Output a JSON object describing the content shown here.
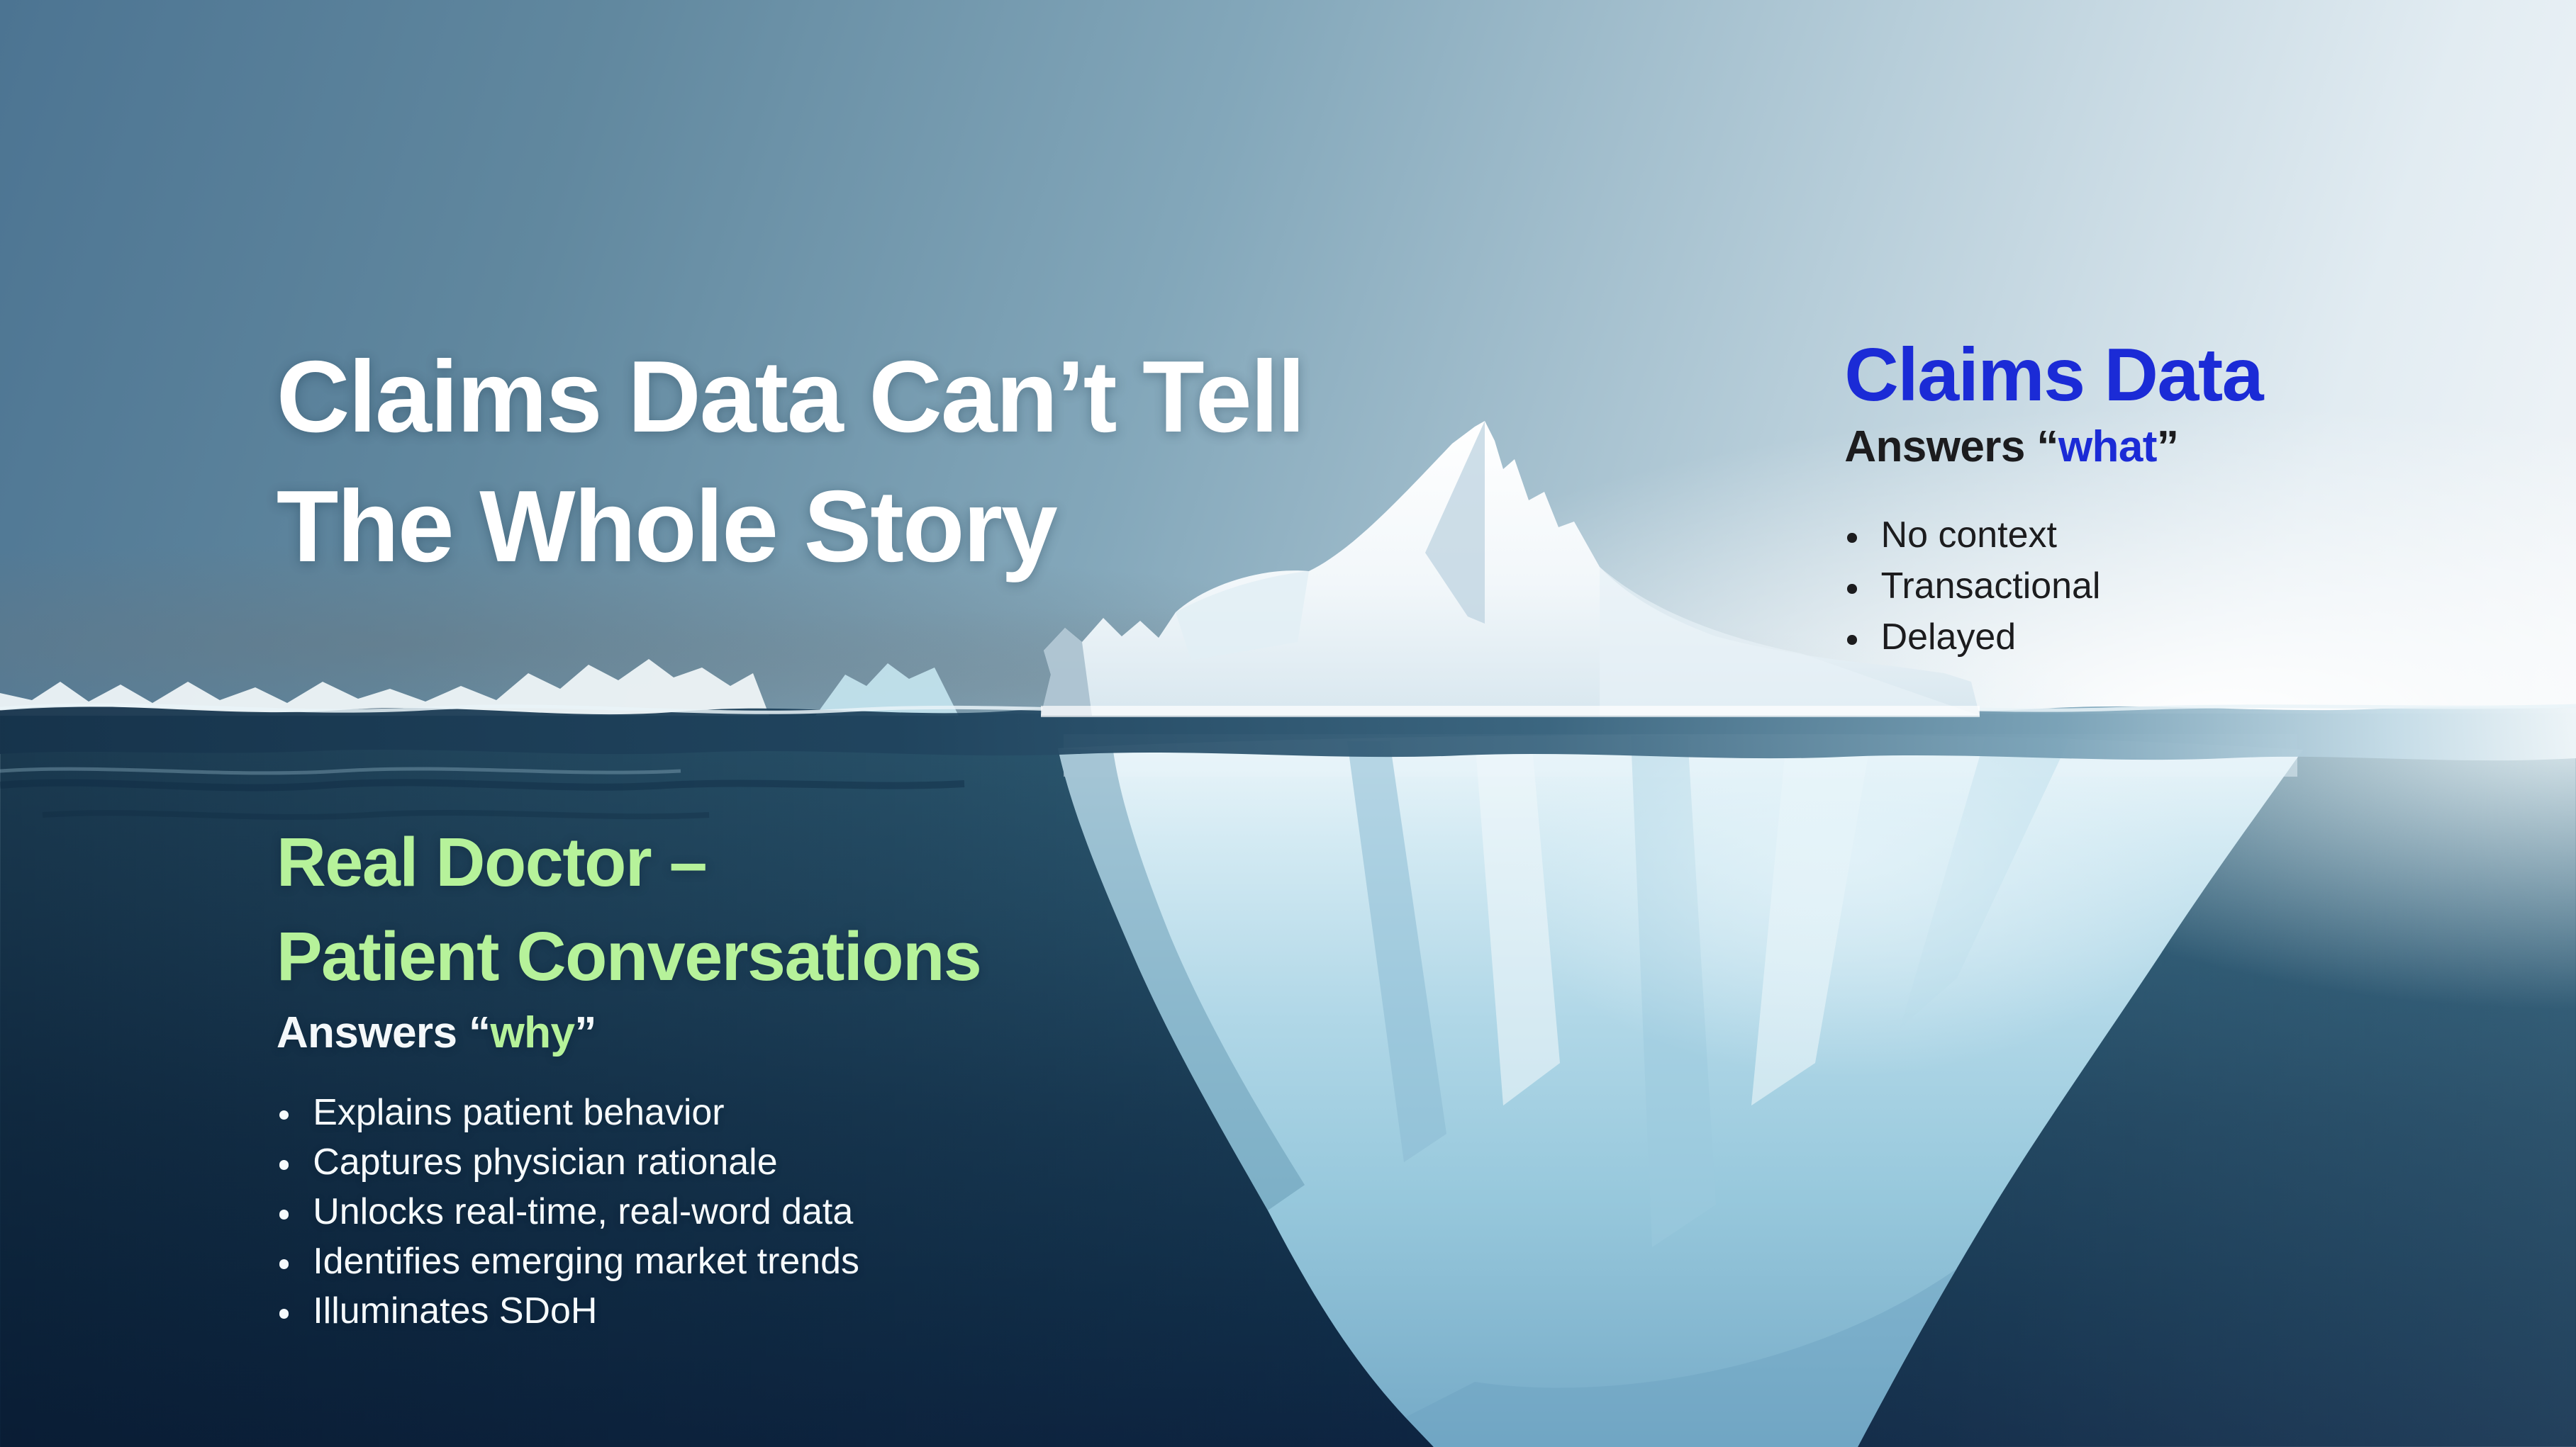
{
  "slide": {
    "main_title": {
      "line1": "Claims Data Can’t Tell",
      "line2": "The Whole Story"
    },
    "claims_panel": {
      "heading": "Claims Data",
      "answers_prefix": "Answers ",
      "quote_open": "“",
      "keyword": "what",
      "quote_close": "”",
      "bullets": [
        "No context",
        "Transactional",
        "Delayed"
      ]
    },
    "conversations_panel": {
      "heading_line1": "Real Doctor –",
      "heading_line2": "Patient Conversations",
      "answers_prefix": "Answers ",
      "quote_open": "“",
      "keyword": "why",
      "quote_close": "”",
      "bullets": [
        "Explains patient behavior",
        "Captures physician rationale",
        "Unlocks real-time, real-word data",
        "Identifies emerging market trends",
        "Illuminates SDoH"
      ]
    },
    "colors": {
      "accent_blue": "#1b2bd6",
      "accent_green": "#b6f29a",
      "title_white": "#ffffff",
      "dark_text": "#1c1c1e"
    },
    "background": {
      "scene": "iceberg above and below the waterline"
    }
  }
}
